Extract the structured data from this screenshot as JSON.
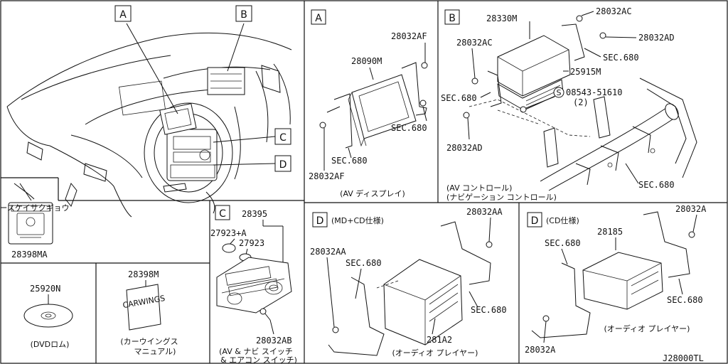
{
  "panels": {
    "a_label": "A",
    "b_label": "B",
    "c_label": "C",
    "d_label": "D",
    "overview_a": "A",
    "overview_b": "B",
    "overview_c": "C",
    "overview_d": "D"
  },
  "parts": {
    "p28398MA": "28398MA",
    "p25920N": "25920N",
    "p28398M": "28398M",
    "p28395": "28395",
    "p27923A": "27923+A",
    "p27923": "27923",
    "p28032AB": "28032AB",
    "p28090M": "28090M",
    "p28032AF_top": "28032AF",
    "p28032AF_bottom": "28032AF",
    "sec680_a1": "SEC.680",
    "sec680_a2": "SEC.680",
    "p28330M": "28330M",
    "p28032AC_top": "28032AC",
    "p28032AC_left": "28032AC",
    "p28032AD_right": "28032AD",
    "p28032AD_bottom": "28032AD",
    "sec680_b1": "SEC.680",
    "sec680_b2": "SEC.680",
    "sec680_b3": "SEC.680",
    "p25915M": "25915M",
    "screw_code": "08543-51610",
    "screw_qty": "(2)",
    "screw_prefix": "S",
    "p28032AA_left": "28032AA",
    "p28032AA_right": "28032AA",
    "sec680_d1a": "SEC.680",
    "sec680_d1b": "SEC.680",
    "p281A2": "281A2",
    "p28032A_top": "28032A",
    "p28032A_bottom": "28032A",
    "p28185": "28185",
    "sec680_d2a": "SEC.680",
    "sec680_d2b": "SEC.680"
  },
  "captions": {
    "dvd": "(DVDロム)",
    "carwings_manual_1": "(カーウイングス",
    "carwings_manual_2": "マニュアル)",
    "switch_1": "(AV & ナビ スイッチ",
    "switch_2": "& エアコン スイッチ)",
    "av_display": "(AV ディスプレイ)",
    "av_control_1": "(AV コントロール)",
    "av_control_2": "(ナビゲーション コントロール)",
    "d1_spec": "(MD+CD仕様)",
    "d2_spec": "(CD仕様)",
    "audio_player_1": "(オーディオ プレイヤー)",
    "audio_player_2": "(オーディオ プレイヤー)",
    "tag_text": "ソースケイサクギョウ",
    "manual_cover": "CARWINGS"
  },
  "drawing_code": "J28000TL"
}
